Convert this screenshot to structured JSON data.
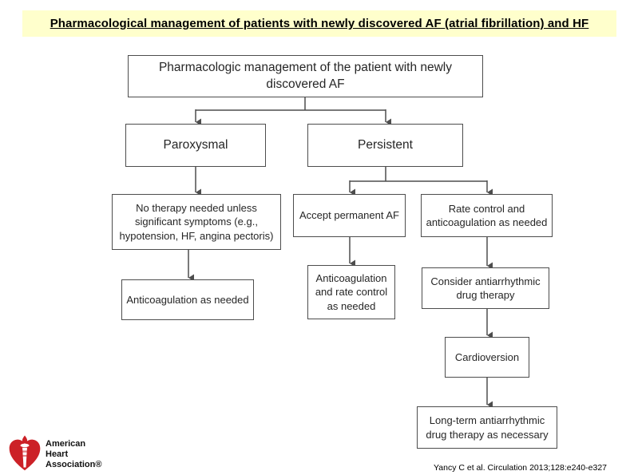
{
  "title": "Pharmacological management of patients with newly discovered AF (atrial fibrillation) and HF",
  "flowchart": {
    "root": "Pharmacologic management of the patient with newly discovered AF",
    "paroxysmal": "Paroxysmal",
    "persistent": "Persistent",
    "no_therapy": "No therapy needed unless significant symptoms (e.g., hypotension, HF, angina pectoris)",
    "accept_af": "Accept permanent AF",
    "rate_control": "Rate control and anticoagulation as needed",
    "anticoag_needed": "Anticoagulation as needed",
    "anticoag_rate": "Anticoagulation and rate control as needed",
    "consider_antiarrhythmic": "Consider antiarrhythmic drug therapy",
    "cardioversion": "Cardioversion",
    "long_term": "Long-term antiarrhythmic drug therapy as necessary"
  },
  "logo": {
    "line1": "American",
    "line2": "Heart",
    "line3": "Association®"
  },
  "citation": "Yancy C et al. Circulation 2013;128:e240-e327",
  "colors": {
    "title_bg": "#ffffcc",
    "box_border": "#4d4d4d",
    "connector": "#4d4d4d",
    "heart_red": "#cc2127"
  }
}
